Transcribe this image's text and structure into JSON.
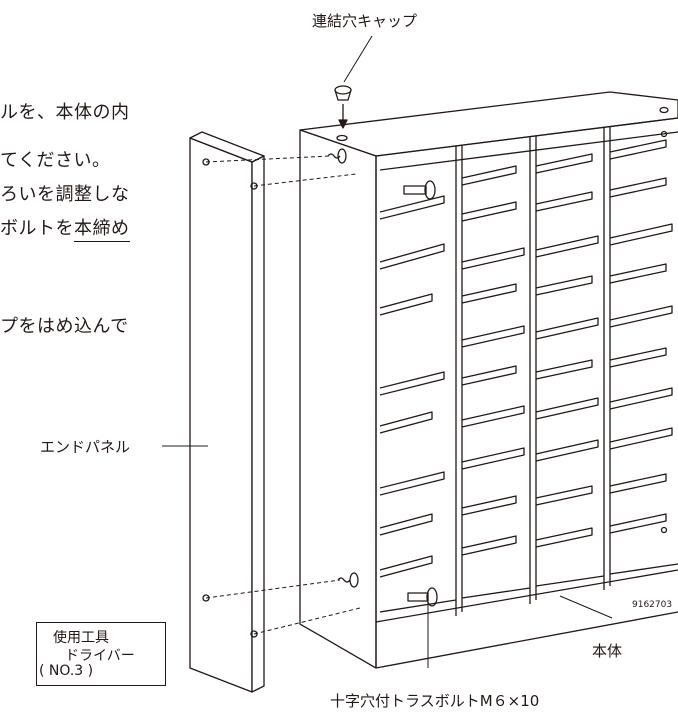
{
  "instructions": {
    "line1": "ルを、本体の内",
    "line2": "てください。",
    "line3": "ろいを調整しな",
    "line4_prefix": "ボルトを",
    "line4_underlined": "本締め",
    "line5": "プをはめ込んで"
  },
  "labels": {
    "cap": "連結穴キャップ",
    "end_panel": "エンドパネル",
    "body": "本体",
    "bolt": "十字穴付トラスボルトM６×10",
    "part_code": "9162703"
  },
  "tool_box": {
    "title": "使用工具",
    "tool": "ドライバー",
    "size": "( NO.3 )"
  }
}
